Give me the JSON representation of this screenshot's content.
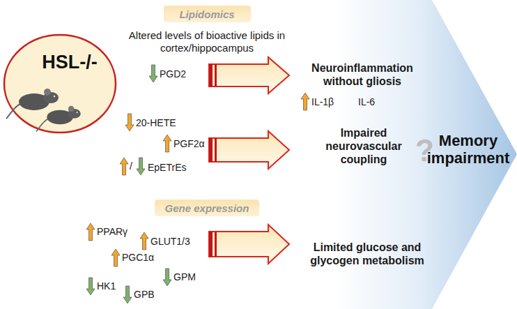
{
  "diagram": {
    "nodes": [
      {
        "text": [
          "Lipidomics"
        ]
      },
      {
        "text": [
          "HSL-/-"
        ]
      },
      {
        "text": [
          "Gene expression"
        ]
      },
      {
        "text": [
          "Memory impairment"
        ]
      }
    ],
    "labels": [
      "Altered levels of bioactive lipids in cortex/hippocampus",
      "PGD2",
      "20-HETE",
      "PGF2α",
      "/",
      "EpETrEs",
      "PPARγ",
      "GLUT1/3",
      "PGC1α",
      "HK1",
      "GPB",
      "GPM",
      "Neuroinflammation without gliosis",
      "IL-1β",
      "IL-6",
      "Impaired neurovascular coupling",
      "?",
      "Limited glucose and glycogen metabolism"
    ]
  }
}
